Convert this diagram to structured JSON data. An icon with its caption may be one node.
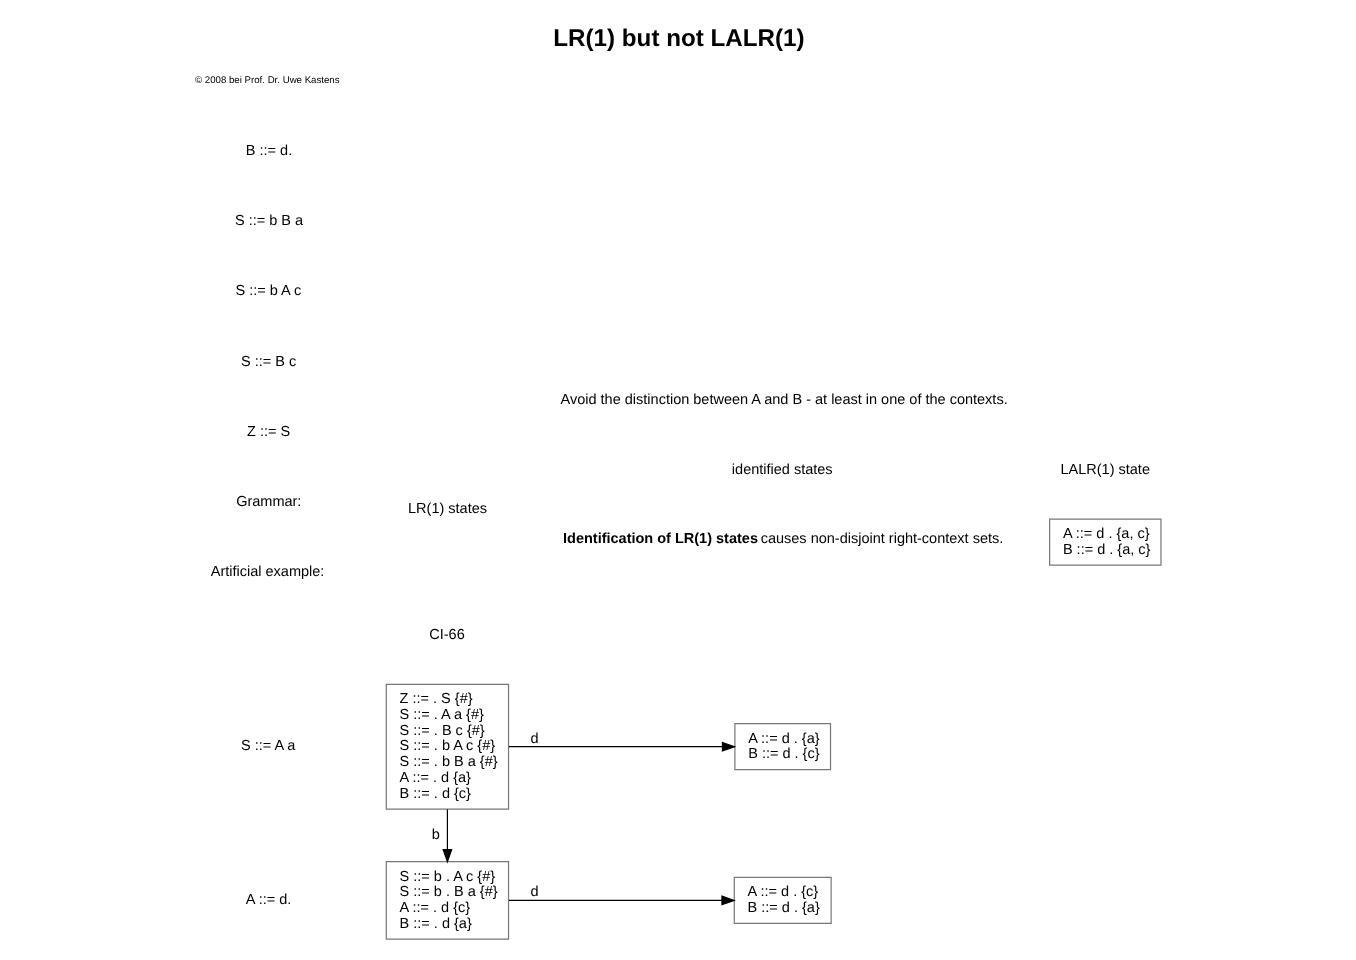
{
  "diagram": {
    "title": "LR(1) but not LALR(1)",
    "nodes": [
      {
        "text": [
          "Z ::= . S {#}",
          "S ::= . A a {#}",
          "S ::= . B c {#}",
          "S ::= . b A c {#}",
          "S ::= . b B a {#}",
          "A ::= . d {a}",
          "B ::= . d {c}"
        ]
      },
      {
        "text": [
          "A ::= d . {a}",
          "B ::= d . {c}"
        ]
      },
      {
        "text": [
          "S ::= b . A c {#}",
          "S ::= b . B a {#}",
          "A ::= . d {c}",
          "B ::= . d {a}"
        ]
      },
      {
        "text": [
          "A ::= d . {c}",
          "B ::= d . {a}"
        ]
      },
      {
        "text": [
          "A ::= d . {a, c}",
          "B ::= d . {a, c}"
        ]
      }
    ],
    "edges": [
      {
        "from": 0,
        "to": 1,
        "arrow": "to",
        "label": "d"
      },
      {
        "from": 0,
        "to": 2,
        "arrow": "to",
        "label": "b"
      },
      {
        "from": 2,
        "to": 3,
        "arrow": "to",
        "label": "d"
      }
    ],
    "labels": [
      "CI-66",
      "**Identification of LR(1) states** causes non-disjoint right-context sets.",
      "Artificial example:",
      "Grammar:",
      "Z ::= S",
      "S ::= A a",
      "S ::= B c",
      "S ::= b A c",
      "S ::= b B a",
      "A ::= d.",
      "B ::= d.",
      "LR(1) states",
      "identified states",
      "LALR(1) state",
      "Avoid the distinction between A and B - at least in one of the contexts.",
      "© 2008 bei Prof. Dr. Uwe Kastens"
    ]
  }
}
